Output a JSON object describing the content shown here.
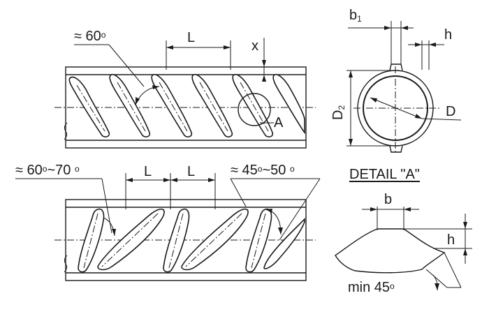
{
  "labels": {
    "angle_top": "≈ 60",
    "angle_top_sup": "o",
    "pitch": "L",
    "x": "x",
    "a": "A",
    "b1_base": "b",
    "b1_sub": "1",
    "h": "h",
    "d2_base": "D",
    "d2_sub": "2",
    "d": "D",
    "angle_bottom_left_a": "≈ 60",
    "angle_bottom_left_sup": "o",
    "angle_bottom_left_b": "~70 ",
    "angle_bottom_left_sup2": "o",
    "angle_bottom_right_a": "≈ 45",
    "angle_bottom_right_sup": "o",
    "angle_bottom_right_b": "~50 ",
    "angle_bottom_right_sup2": "o",
    "detail_title": "DETAIL \"A\"",
    "b": "b",
    "min_angle": "min 45",
    "min_angle_sup": "o"
  }
}
